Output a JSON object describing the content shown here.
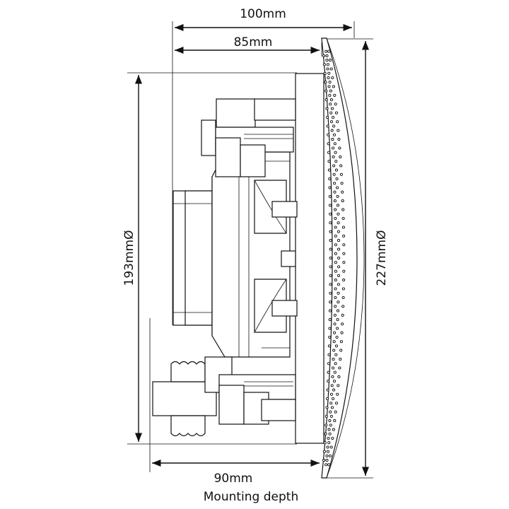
{
  "dimensions": {
    "overall_width": "100mm",
    "body_width": "85mm",
    "cutout_diameter": "193mmØ",
    "grille_diameter": "227mmØ",
    "mounting_depth_value": "90mm",
    "mounting_depth_caption": "Mounting depth"
  },
  "colors": {
    "line": "#111111",
    "background": "#ffffff"
  }
}
